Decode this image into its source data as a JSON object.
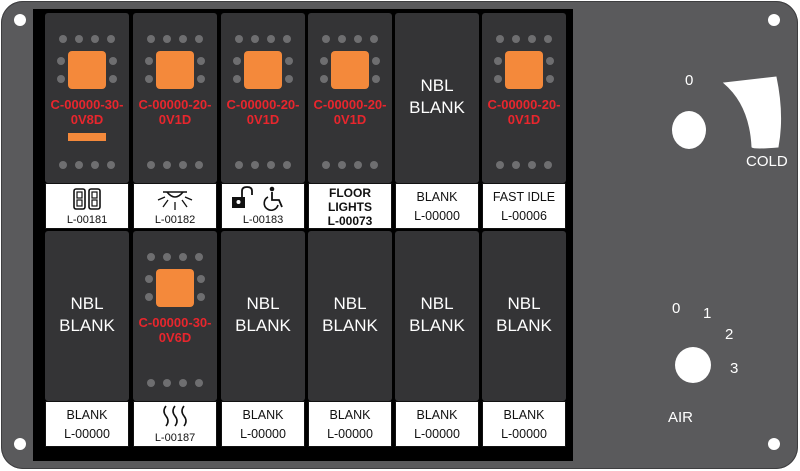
{
  "switches_top": [
    {
      "code_l1": "C-00000-30-",
      "code_l2": "0V8D",
      "label_code": "L-00181",
      "icon": "seat-icon"
    },
    {
      "code_l1": "C-00000-20-",
      "code_l2": "0V1D",
      "label_code": "L-00182",
      "icon": "dome-light-icon"
    },
    {
      "code_l1": "C-00000-20-",
      "code_l2": "0V1D",
      "label_code": "L-00183",
      "icon": "lock-wheelchair-icon"
    },
    {
      "code_l1": "C-00000-20-",
      "code_l2": "0V1D",
      "label_l1": "FLOOR",
      "label_l2": "LIGHTS",
      "label_code": "L-00073"
    },
    {
      "blank_l1": "NBL",
      "blank_l2": "BLANK",
      "label_l1": "BLANK",
      "label_code": "L-00000"
    },
    {
      "code_l1": "C-00000-20-",
      "code_l2": "0V1D",
      "label_l1": "FAST IDLE",
      "label_code": "L-00006"
    }
  ],
  "switches_bottom": [
    {
      "blank_l1": "NBL",
      "blank_l2": "BLANK",
      "label_l1": "BLANK",
      "label_code": "L-00000"
    },
    {
      "code_l1": "C-00000-30-",
      "code_l2": "0V6D",
      "label_code": "L-00187",
      "icon": "heat-waves-icon"
    },
    {
      "blank_l1": "NBL",
      "blank_l2": "BLANK",
      "label_l1": "BLANK",
      "label_code": "L-00000"
    },
    {
      "blank_l1": "NBL",
      "blank_l2": "BLANK",
      "label_l1": "BLANK",
      "label_code": "L-00000"
    },
    {
      "blank_l1": "NBL",
      "blank_l2": "BLANK",
      "label_l1": "BLANK",
      "label_code": "L-00000"
    },
    {
      "blank_l1": "NBL",
      "blank_l2": "BLANK",
      "label_l1": "BLANK",
      "label_code": "L-00000"
    }
  ],
  "temp_control": {
    "zero": "0",
    "label": "COLD"
  },
  "air_control": {
    "positions": [
      "0",
      "1",
      "2",
      "3"
    ],
    "label": "AIR"
  },
  "colors": {
    "panel": "#5a5a5c",
    "switch": "#343436",
    "lamp": "#f4893b",
    "code": "#e8262d"
  }
}
